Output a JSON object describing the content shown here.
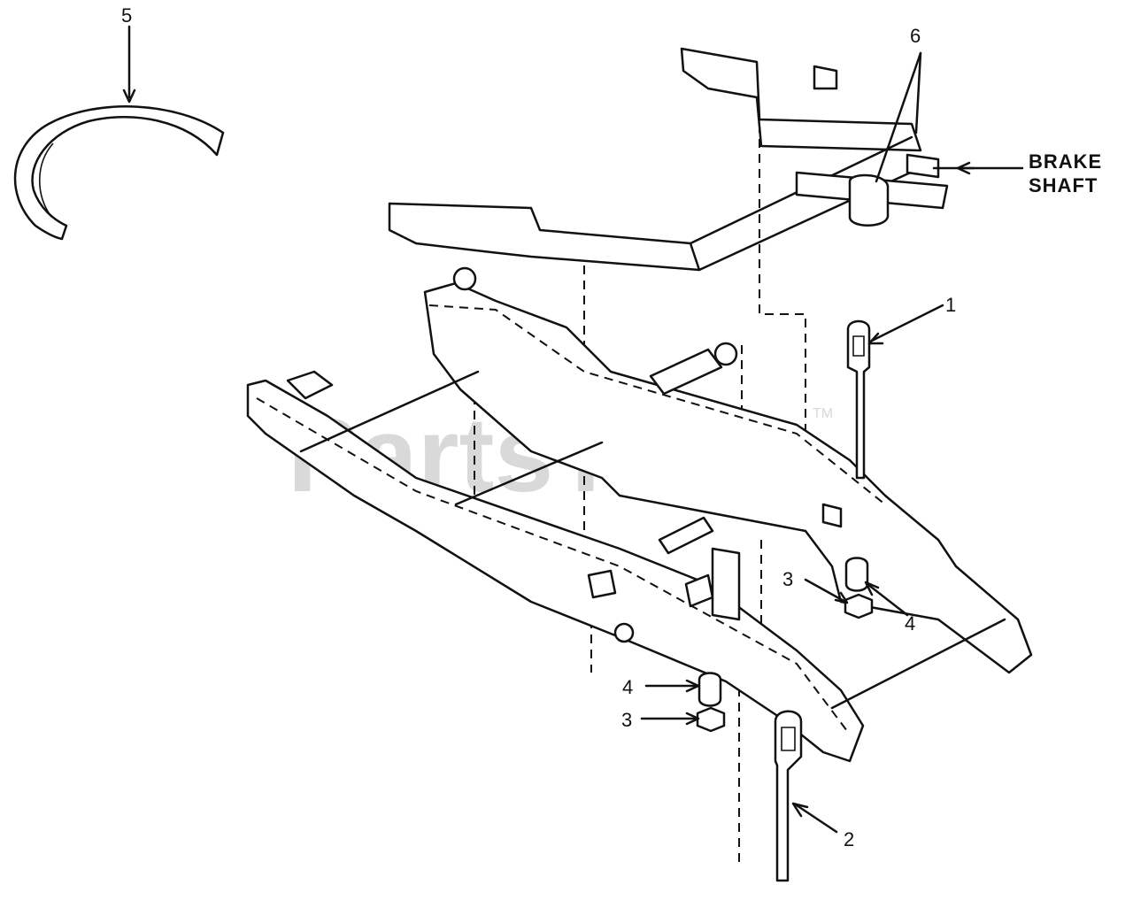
{
  "watermark": {
    "text": "PartsTree",
    "trademark": "TM"
  },
  "callouts": {
    "c1": "1",
    "c2": "2",
    "c3_upper": "3",
    "c3_lower": "3",
    "c4_upper": "4",
    "c4_lower": "4",
    "c5": "5",
    "c6": "6"
  },
  "brake_shaft": {
    "line1": "BRAKE",
    "line2": "SHAFT"
  }
}
